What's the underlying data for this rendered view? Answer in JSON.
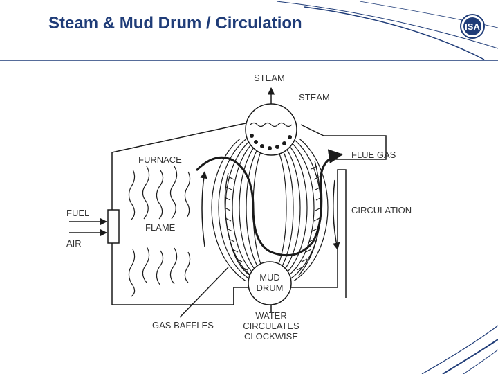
{
  "slide": {
    "title": "Steam & Mud Drum / Circulation",
    "logo_text": "ISA"
  },
  "diagram": {
    "labels": {
      "steam_out": "STEAM",
      "steam_drum": "STEAM",
      "furnace": "FURNACE",
      "flue_gas": "FLUE GAS",
      "fuel": "FUEL",
      "flame": "FLAME",
      "air": "AIR",
      "circulation": "CIRCULATION",
      "mud_drum_line1": "MUD",
      "mud_drum_line2": "DRUM",
      "gas_baffles": "GAS BAFFLES",
      "water_line1": "WATER",
      "water_line2": "CIRCULATES",
      "water_line3": "CLOCKWISE"
    }
  },
  "colors": {
    "title": "#1f3c78",
    "header_rule": "#1f3c78",
    "swoosh": "#1f3c78",
    "diagram_stroke": "#1a1a1a",
    "label_text": "#333333"
  }
}
